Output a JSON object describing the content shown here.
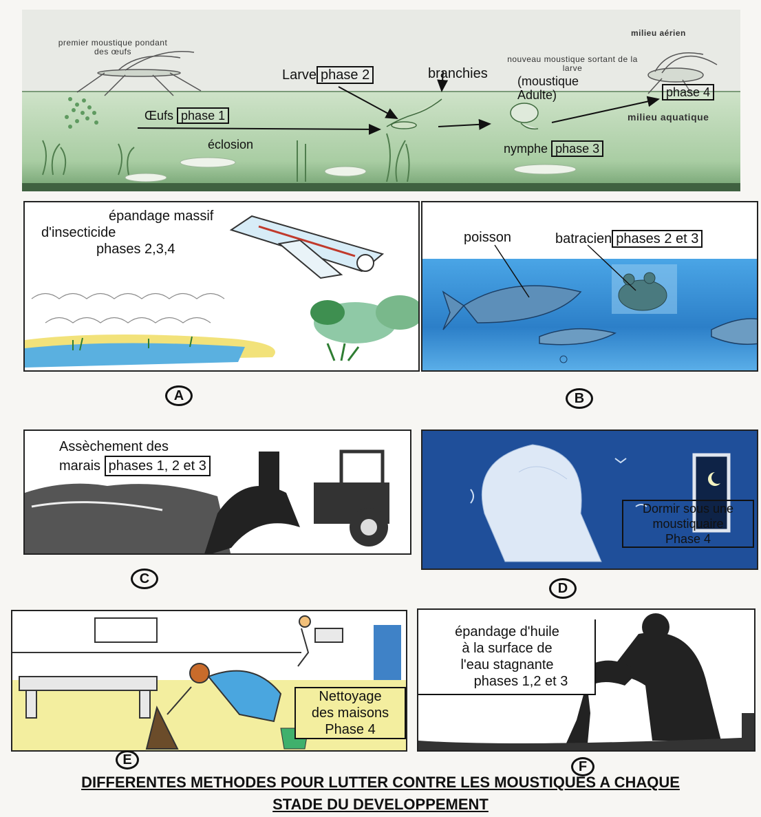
{
  "top_diagram": {
    "label_first_mosquito": "premier moustique pondant des œufs",
    "label_air_medium": "milieu aérien",
    "label_new_mosquito": "nouveau moustique sortant de la larve",
    "label_larve": "Larve",
    "label_phase2": "phase 2",
    "label_branchies": "branchies",
    "label_adult": "(moustique Adulte)",
    "label_phase4": "phase 4",
    "label_oeufs": "Œufs",
    "label_phase1": "phase 1",
    "label_aquatic_medium": "milieu aquatique",
    "label_eclosion": "éclosion",
    "label_nymphe": "nymphe",
    "label_phase3": "phase 3"
  },
  "panels": {
    "A": {
      "letter": "A",
      "line1": "épandage massif",
      "line2": "d'insecticide",
      "line3": "phases 2,3,4"
    },
    "B": {
      "letter": "B",
      "label_fish": "poisson",
      "label_batracien": "batracien",
      "label_phases": "phases 2 et 3"
    },
    "C": {
      "letter": "C",
      "line1": "Assèchement des",
      "line2": "marais",
      "label_phases": "phases 1, 2 et 3"
    },
    "D": {
      "letter": "D",
      "line1": "Dormir sous une",
      "line2": "moustiquaire",
      "line3": "Phase 4"
    },
    "E": {
      "letter": "E",
      "line1": "Nettoyage",
      "line2": "des maisons",
      "line3": "Phase 4"
    },
    "F": {
      "letter": "F",
      "line1": "épandage d'huile",
      "line2": "à la surface de",
      "line3": "l'eau stagnante",
      "line4": "phases 1,2 et 3"
    }
  },
  "caption": {
    "line1": "DIFFERENTES METHODES POUR LUTTER CONTRE LES MOUSTIQUES A CHAQUE",
    "line2": "STADE DU DEVELOPPEMENT"
  },
  "colors": {
    "air": "#e9ebe6",
    "water": "#bcd7b5",
    "water_dark": "#8cb88a",
    "blue_water": "#2f8fd6",
    "night_blue": "#1f4f9a",
    "yellow_floor": "#f1eb9e"
  }
}
